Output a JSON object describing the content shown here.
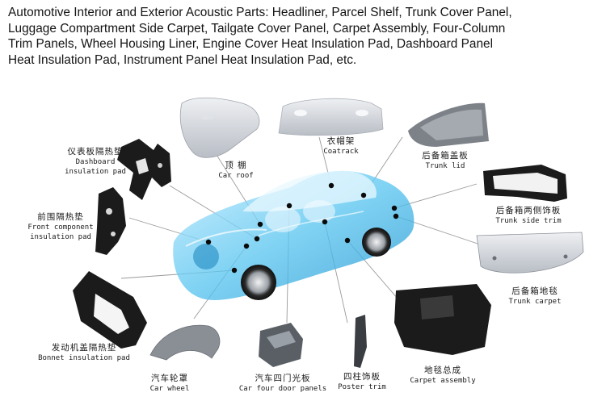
{
  "heading": {
    "line1": "Automotive Interior and Exterior Acoustic Parts: Headliner, Parcel Shelf, Trunk Cover Panel,",
    "line2": "Luggage Compartment Side Carpet, Tailgate Cover Panel, Carpet Assembly, Four-Column",
    "line3": "Trim Panels, Wheel Housing Liner, Engine Cover Heat Insulation Pad, Dashboard Panel",
    "line4": "Heat Insulation Pad, Instrument Panel Heat Insulation Pad, etc."
  },
  "parts": [
    {
      "zh": "仪表板隔热垫",
      "en1": "Dashboard",
      "en2": "insulation pad"
    },
    {
      "zh": "顶  棚",
      "en1": "Car roof",
      "en2": ""
    },
    {
      "zh": "衣帽架",
      "en1": "Coatrack",
      "en2": ""
    },
    {
      "zh": "后备箱盖板",
      "en1": "Trunk lid",
      "en2": ""
    },
    {
      "zh": "后备箱两侧饰板",
      "en1": "Trunk side trim",
      "en2": ""
    },
    {
      "zh": "后备箱地毯",
      "en1": "Trunk carpet",
      "en2": ""
    },
    {
      "zh": "前围隔热垫",
      "en1": "Front component",
      "en2": "insulation pad"
    },
    {
      "zh": "发动机盖隔热垫",
      "en1": "Bonnet insulation pad",
      "en2": ""
    },
    {
      "zh": "汽车轮罩",
      "en1": "Car wheel",
      "en2": ""
    },
    {
      "zh": "汽车四门光板",
      "en1": "Car four door panels",
      "en2": ""
    },
    {
      "zh": "四柱饰板",
      "en1": "Poster trim",
      "en2": ""
    },
    {
      "zh": "地毯总成",
      "en1": "Carpet assembly",
      "en2": ""
    }
  ],
  "colors": {
    "car_body": "#3fb6e8",
    "leader_line": "#9a9a9a",
    "part_felt": "#1b1b1b",
    "part_grey": "#c9ccd2"
  }
}
